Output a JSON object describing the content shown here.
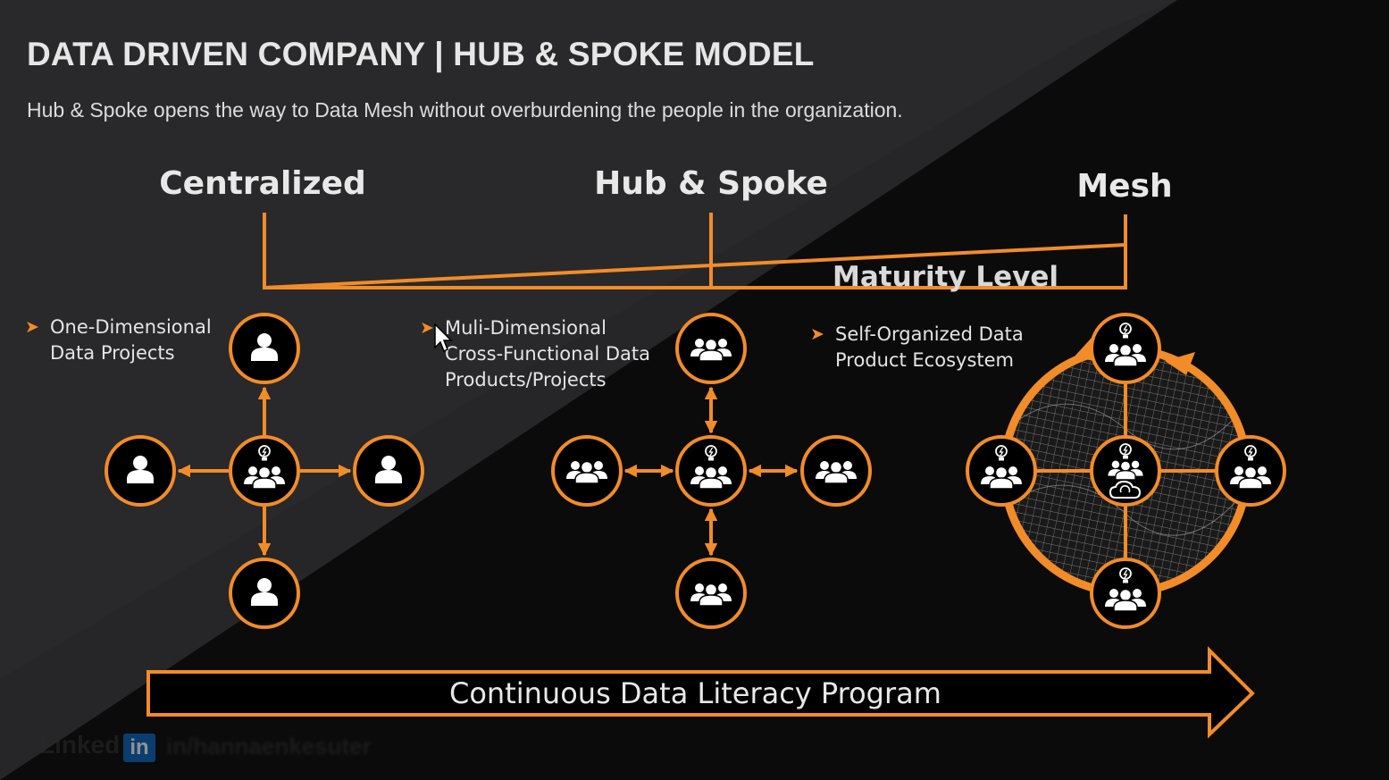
{
  "slide": {
    "title": "DATA DRIVEN COMPANY | HUB & SPOKE MODEL",
    "subtitle": "Hub & Spoke opens the way to Data Mesh without overburdening the people in the organization."
  },
  "scale": {
    "stages": [
      "Centralized",
      "Hub & Spoke",
      "Mesh"
    ],
    "axis_label": "Maturity Level"
  },
  "models": [
    {
      "stage": "Centralized",
      "bullet_lines": [
        "One-Dimensional",
        "Data Projects"
      ],
      "hub_icon": "team-with-lightbulb-icon",
      "node_icon": "person-icon",
      "links": "one-way-arrows"
    },
    {
      "stage": "Hub & Spoke",
      "bullet_lines": [
        "Muli-Dimensional",
        "Cross-Functional Data",
        "Products/Projects"
      ],
      "hub_icon": "team-with-lightbulb-icon",
      "node_icon": "team-icon",
      "links": "two-way-arrows"
    },
    {
      "stage": "Mesh",
      "bullet_lines": [
        "Self-Organized Data",
        "Product Ecosystem"
      ],
      "hub_icon": "team-with-lightbulb-and-cloud-icon",
      "node_icon": "team-with-lightbulb-icon",
      "links": "lines-with-mesh-ring"
    }
  ],
  "banner": {
    "label": "Continuous Data Literacy Program"
  },
  "watermark": {
    "word": "Linked",
    "badge": "in",
    "handle": "in/hannaenkesuter"
  },
  "colors": {
    "accent": "#f28c28",
    "background": "#0b0b0c",
    "text": "#e6e6e6"
  }
}
